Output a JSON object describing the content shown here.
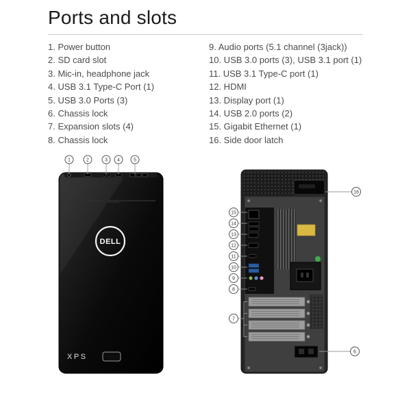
{
  "page": {
    "title": "Ports and slots"
  },
  "lists": {
    "left": [
      "1. Power button",
      "2. SD card slot",
      "3. Mic-in, headphone jack",
      "4. USB 3.1 Type-C Port (1)",
      "5. USB 3.0 Ports (3)",
      "6. Chassis lock",
      "7. Expansion slots (4)",
      "8. Chassis lock"
    ],
    "right": [
      "9. Audio ports (5.1 channel (3jack))",
      "10. USB 3.0 ports (3), USB 3.1 port (1)",
      "11. USB 3.1 Type-C port (1)",
      "12. HDMI",
      "13. Display port (1)",
      "14. USB 2.0 ports (2)",
      "15. Gigabit Ethernet (1)",
      "16. Side door latch"
    ]
  },
  "front_view": {
    "callouts": [
      "1",
      "2",
      "3",
      "4",
      "5"
    ],
    "logo_text": "DELL",
    "model_text": "XPS"
  },
  "rear_view": {
    "left_callouts": [
      "15",
      "14",
      "13",
      "12",
      "11",
      "10",
      "9",
      "8"
    ],
    "expansion_callout": "7",
    "latch_callout": "16",
    "lock_callout": "6"
  },
  "colors": {
    "usb3_blue": "#2b5fa3",
    "audio_green": "#8db54d",
    "audio_blue": "#5b8fd4",
    "audio_pink": "#e39ec1",
    "sticker_yellow": "#d9b944",
    "sticker_green": "#3fae49"
  }
}
